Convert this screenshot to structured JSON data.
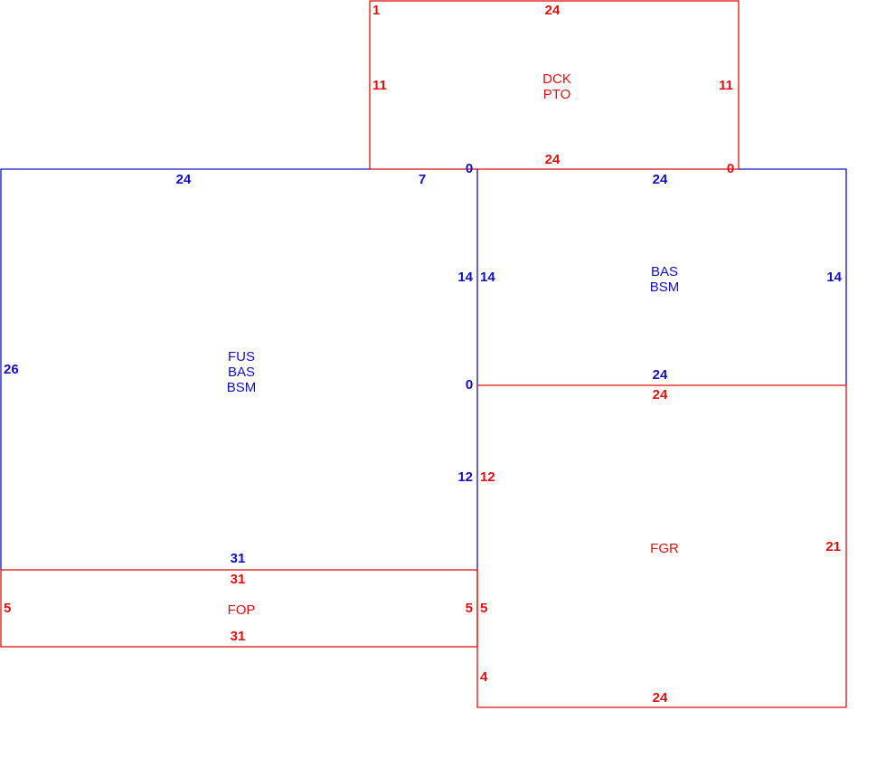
{
  "colors": {
    "living": "#1010c0",
    "exterior": "#e01010"
  },
  "areas": {
    "deck": {
      "codes": [
        "DCK",
        "PTO"
      ],
      "dims": {
        "top": "24",
        "left": "11",
        "right": "11",
        "bottom": "24",
        "corner_tl": "1",
        "corner_bl": "0",
        "corner_br": "0"
      }
    },
    "main": {
      "codes": [
        "FUS",
        "BAS",
        "BSM"
      ],
      "dims": {
        "top_a": "24",
        "top_b": "7",
        "left": "26",
        "bottom": "31",
        "right_upper": "14",
        "right_lower": "12",
        "right_mid": "0"
      }
    },
    "bas_right": {
      "codes": [
        "BAS",
        "BSM"
      ],
      "dims": {
        "top": "24",
        "left": "14",
        "right": "14",
        "bottom": "24"
      }
    },
    "garage": {
      "codes": [
        "FGR"
      ],
      "dims": {
        "top": "24",
        "left_upper": "12",
        "left_mid": "5",
        "left_lower": "4",
        "right": "21",
        "bottom": "24"
      }
    },
    "porch": {
      "codes": [
        "FOP"
      ],
      "dims": {
        "top": "31",
        "left": "5",
        "right": "5",
        "bottom": "31"
      }
    }
  }
}
